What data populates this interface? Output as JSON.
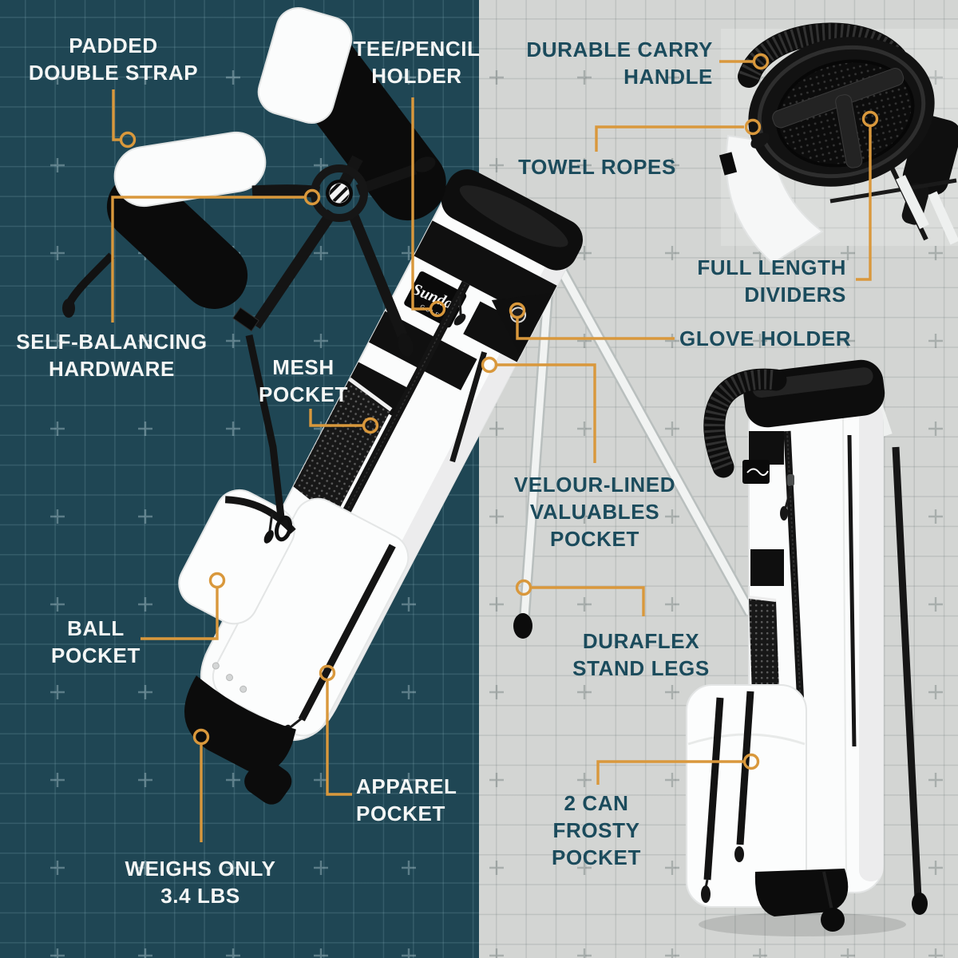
{
  "diagram": {
    "description_labels": "Feature callouts for a white golf stand bag shown in three photo views",
    "weight_value": "3.4 LBS"
  },
  "brand": {
    "patch_text": "Sunday",
    "patch_subtext": "GOLF"
  },
  "colors": {
    "background_left": "#1f4654",
    "background_right": "#d3d5d3",
    "accent_orange": "#d9983c",
    "label_on_dark": "#f4f6f5",
    "label_on_light": "#1b4b5c",
    "bag_white": "#fbfcfc",
    "bag_black": "#0d0d0d"
  },
  "labels": [
    {
      "id": "padded-double-strap",
      "lines": [
        "PADDED",
        "DOUBLE STRAP"
      ]
    },
    {
      "id": "tee-pencil-holder",
      "lines": [
        "TEE/PENCIL",
        "HOLDER"
      ]
    },
    {
      "id": "durable-carry-handle",
      "lines": [
        "DURABLE CARRY",
        "HANDLE"
      ]
    },
    {
      "id": "towel-ropes",
      "lines": [
        "TOWEL ROPES"
      ]
    },
    {
      "id": "full-length-dividers",
      "lines": [
        "FULL LENGTH",
        "DIVIDERS"
      ]
    },
    {
      "id": "self-balancing-hardware",
      "lines": [
        "SELF-BALANCING",
        "HARDWARE"
      ]
    },
    {
      "id": "mesh-pocket",
      "lines": [
        "MESH",
        "POCKET"
      ]
    },
    {
      "id": "glove-holder",
      "lines": [
        "GLOVE HOLDER"
      ]
    },
    {
      "id": "velour-valuables-pocket",
      "lines": [
        "VELOUR-LINED",
        "VALUABLES",
        "POCKET"
      ]
    },
    {
      "id": "duraflex-stand-legs",
      "lines": [
        "DURAFLEX",
        "STAND LEGS"
      ]
    },
    {
      "id": "ball-pocket",
      "lines": [
        "BALL",
        "POCKET"
      ]
    },
    {
      "id": "apparel-pocket",
      "lines": [
        "APPAREL",
        "POCKET"
      ]
    },
    {
      "id": "two-can-frosty-pocket",
      "lines": [
        "2 CAN",
        "FROSTY",
        "POCKET"
      ]
    },
    {
      "id": "weighs-only",
      "lines": [
        "WEIGHS ONLY",
        "3.4 LBS"
      ]
    }
  ]
}
